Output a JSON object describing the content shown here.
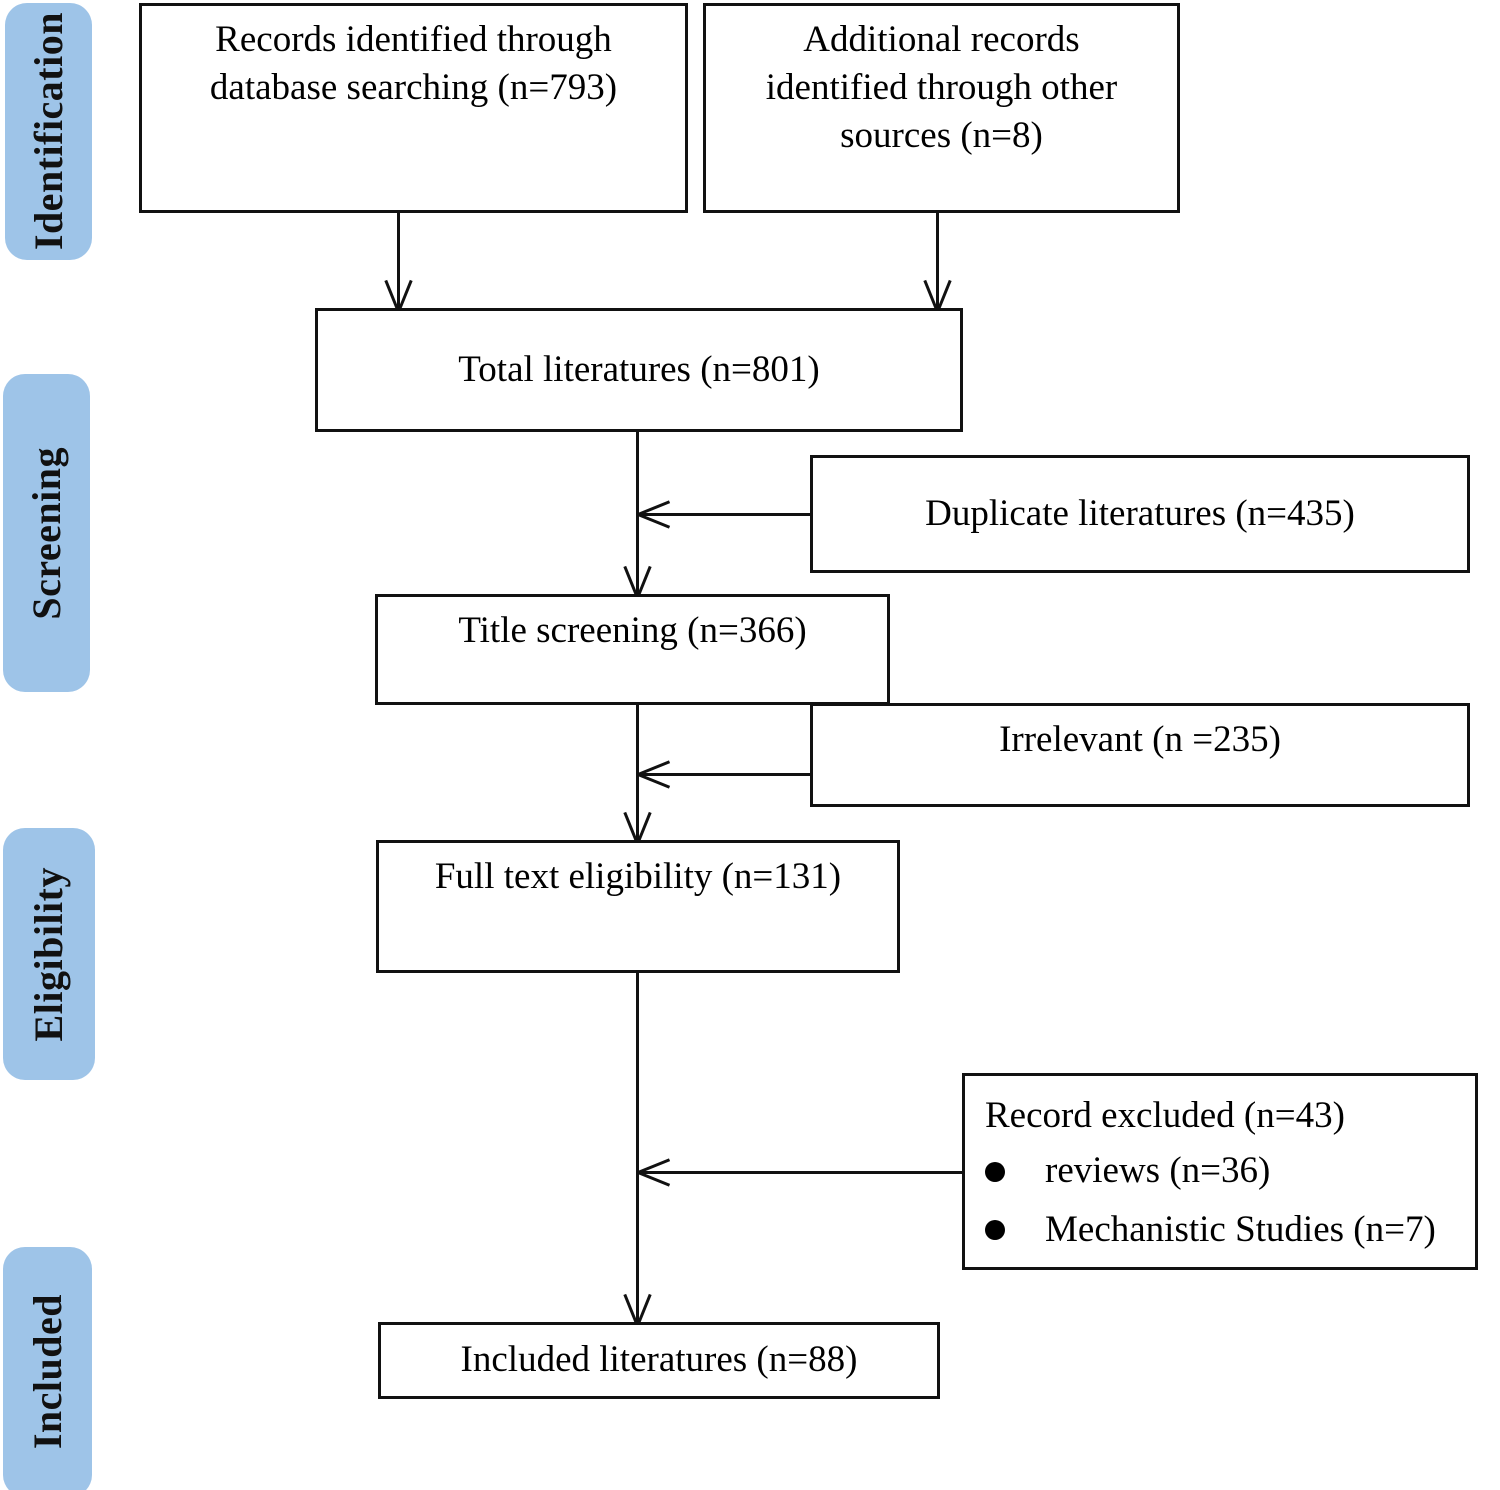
{
  "diagram": {
    "type": "prisma-flow-diagram",
    "accent_color": "#9ec4e8",
    "line_color": "#111111",
    "box_fill": "#ffffff"
  },
  "stages": [
    {
      "id": "identification",
      "label": "Identification"
    },
    {
      "id": "screening",
      "label": "Screening"
    },
    {
      "id": "eligibility",
      "label": "Eligibility"
    },
    {
      "id": "included",
      "label": "Included"
    }
  ],
  "boxes": {
    "database_search": {
      "text": "Records identified through\ndatabase searching (n=793)",
      "n": 793
    },
    "other_sources": {
      "text": "Additional records\nidentified through other\nsources (n=8)",
      "n": 8
    },
    "total": {
      "text": "Total literatures (n=801)",
      "n": 801
    },
    "duplicates": {
      "text": "Duplicate literatures (n=435)",
      "n": 435
    },
    "title_screening": {
      "text": "Title screening (n=366)",
      "n": 366
    },
    "irrelevant": {
      "text": "Irrelevant (n =235)",
      "n": 235
    },
    "full_text": {
      "text": "Full text eligibility (n=131)",
      "n": 131
    },
    "excluded": {
      "title": "Record excluded (n=43)",
      "n": 43,
      "items": [
        {
          "text": "reviews (n=36)",
          "n": 36
        },
        {
          "text": "Mechanistic Studies (n=7)",
          "n": 7
        }
      ]
    },
    "included": {
      "text": "Included literatures (n=88)",
      "n": 88
    }
  },
  "chart_data": {
    "type": "diagram",
    "title": "PRISMA study selection flow",
    "nodes": [
      {
        "id": "database_search",
        "stage": "Identification",
        "label": "Records identified through database searching",
        "count": 793
      },
      {
        "id": "other_sources",
        "stage": "Identification",
        "label": "Additional records identified through other sources",
        "count": 8
      },
      {
        "id": "total",
        "stage": "Screening",
        "label": "Total literatures",
        "count": 801
      },
      {
        "id": "duplicates",
        "stage": "Screening",
        "label": "Duplicate literatures",
        "count": 435
      },
      {
        "id": "title_screening",
        "stage": "Screening",
        "label": "Title screening",
        "count": 366
      },
      {
        "id": "irrelevant",
        "stage": "Screening",
        "label": "Irrelevant",
        "count": 235
      },
      {
        "id": "full_text",
        "stage": "Eligibility",
        "label": "Full text eligibility",
        "count": 131
      },
      {
        "id": "excluded",
        "stage": "Eligibility",
        "label": "Record excluded",
        "count": 43
      },
      {
        "id": "excluded_reviews",
        "stage": "Eligibility",
        "label": "reviews",
        "count": 36
      },
      {
        "id": "excluded_mech",
        "stage": "Eligibility",
        "label": "Mechanistic Studies",
        "count": 7
      },
      {
        "id": "included",
        "stage": "Included",
        "label": "Included literatures",
        "count": 88
      }
    ],
    "edges": [
      {
        "from": "database_search",
        "to": "total",
        "kind": "down"
      },
      {
        "from": "other_sources",
        "to": "total",
        "kind": "down"
      },
      {
        "from": "total",
        "to": "title_screening",
        "kind": "down"
      },
      {
        "from": "duplicates",
        "to": "total-to-title",
        "kind": "left"
      },
      {
        "from": "title_screening",
        "to": "full_text",
        "kind": "down"
      },
      {
        "from": "irrelevant",
        "to": "title-to-full",
        "kind": "left"
      },
      {
        "from": "full_text",
        "to": "included",
        "kind": "down"
      },
      {
        "from": "excluded",
        "to": "full-to-included",
        "kind": "left"
      }
    ]
  }
}
